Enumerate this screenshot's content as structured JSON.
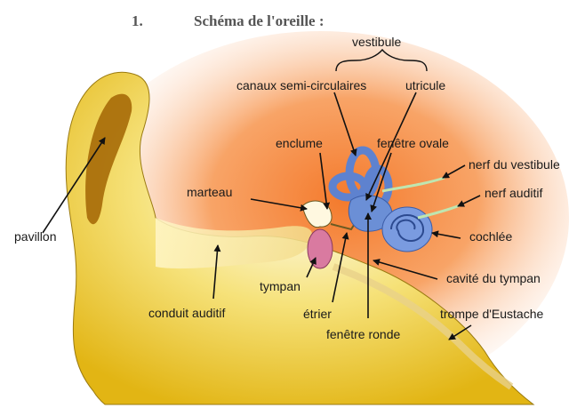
{
  "heading": {
    "number": "1.",
    "title": "Schéma de l'oreille :"
  },
  "labels": {
    "vestibule": "vestibule",
    "canaux": "canaux semi-circulaires",
    "utricule": "utricule",
    "enclume": "enclume",
    "fenetre_ovale": "fenêtre ovale",
    "nerf_vestibule": "nerf du vestibule",
    "marteau": "marteau",
    "nerf_auditif": "nerf auditif",
    "pavillon": "pavillon",
    "cochlee": "cochlée",
    "cavite_tympan": "cavité du tympan",
    "tympan": "tympan",
    "trompe": "trompe d'Eustache",
    "etrier": "étrier",
    "conduit": "conduit auditif",
    "fenetre_ronde": "fenêtre ronde"
  },
  "colors": {
    "ear_outer": "#e8c21c",
    "ear_inner": "#b06a05",
    "inner_ear": "#6b8fd6",
    "tympan": "#d97aa0",
    "tissue": "#f59a55"
  }
}
